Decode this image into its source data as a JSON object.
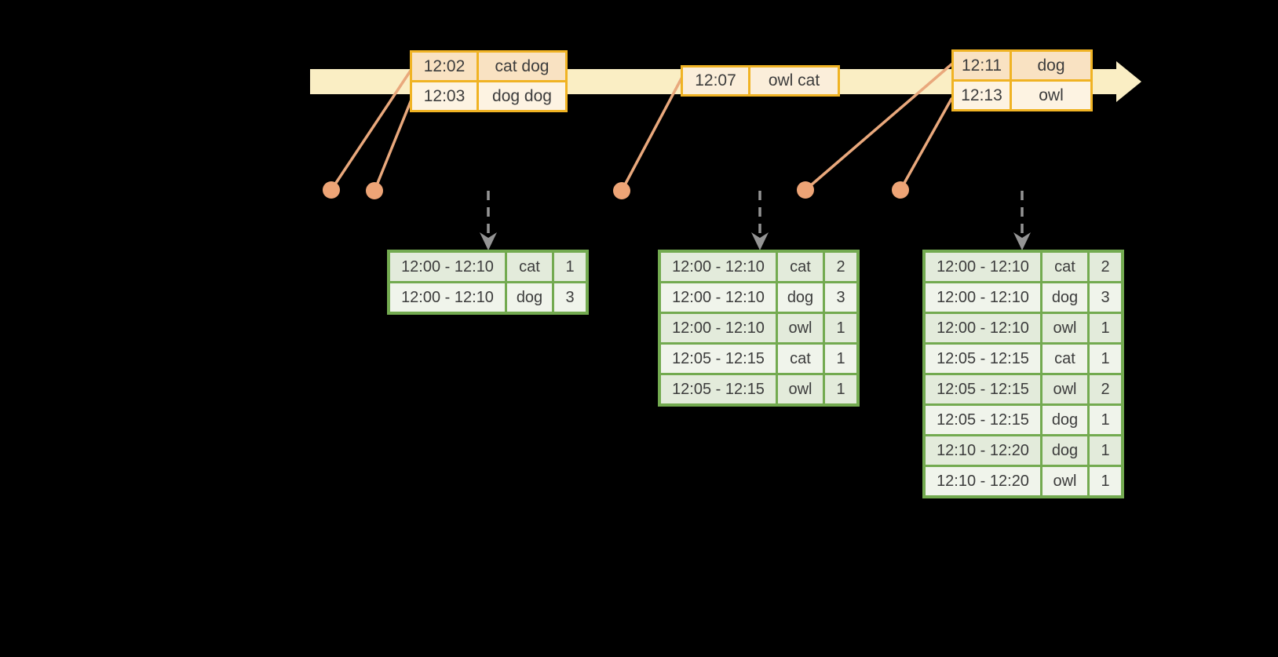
{
  "colors": {
    "background": "#000000",
    "timeline-fill": "#FAEEC4",
    "event-border": "#F0B324",
    "event-row-dark": "#F9E2C2",
    "event-row-light": "#FDF3E2",
    "event-row-single": "#FBEEDA",
    "connector-line": "#E9A87C",
    "connector-dot": "#EDA476",
    "trigger-arrow": "#949494",
    "result-border": "#73AA50",
    "result-cell-dark": "#E3EBDB",
    "result-cell-light": "#F0F4EB",
    "cell-text": "#3C3C3C"
  },
  "event_tables": [
    {
      "id": "events-1202-1203",
      "rows": [
        [
          "12:02",
          "cat dog"
        ],
        [
          "12:03",
          "dog dog"
        ]
      ]
    },
    {
      "id": "events-1207",
      "rows": [
        [
          "12:07",
          "owl cat"
        ]
      ]
    },
    {
      "id": "events-1211-1213",
      "rows": [
        [
          "12:11",
          "dog"
        ],
        [
          "12:13",
          "owl"
        ]
      ]
    }
  ],
  "result_tables": [
    {
      "id": "result-table-1",
      "rows": [
        [
          "12:00 - 12:10",
          "cat",
          "1"
        ],
        [
          "12:00 - 12:10",
          "dog",
          "3"
        ]
      ]
    },
    {
      "id": "result-table-2",
      "rows": [
        [
          "12:00 - 12:10",
          "cat",
          "2"
        ],
        [
          "12:00 - 12:10",
          "dog",
          "3"
        ],
        [
          "12:00 - 12:10",
          "owl",
          "1"
        ],
        [
          "12:05 - 12:15",
          "cat",
          "1"
        ],
        [
          "12:05 - 12:15",
          "owl",
          "1"
        ]
      ]
    },
    {
      "id": "result-table-3",
      "rows": [
        [
          "12:00 - 12:10",
          "cat",
          "2"
        ],
        [
          "12:00 - 12:10",
          "dog",
          "3"
        ],
        [
          "12:00 - 12:10",
          "owl",
          "1"
        ],
        [
          "12:05 - 12:15",
          "cat",
          "1"
        ],
        [
          "12:05 - 12:15",
          "owl",
          "2"
        ],
        [
          "12:05 - 12:15",
          "dog",
          "1"
        ],
        [
          "12:10 - 12:20",
          "dog",
          "1"
        ],
        [
          "12:10 - 12:20",
          "owl",
          "1"
        ]
      ]
    }
  ]
}
